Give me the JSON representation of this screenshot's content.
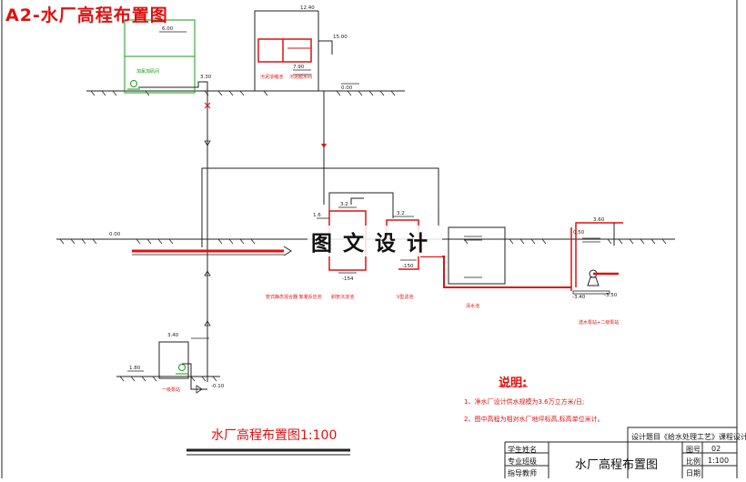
{
  "title": "A2-水厂高程布置图",
  "watermark": "图文设计",
  "drawing_caption": "水厂高程布置图1:100",
  "notes": {
    "heading": "说明:",
    "lines": [
      "1、净水厂设计供水规模为3.6万立方米/日;",
      "2、图中高程为相对水厂地坪标高,标高单位米计。"
    ]
  },
  "title_block": {
    "project_label": "设计题目《给水处理工艺》课程设计",
    "drawing_name": "水厂高程布置图",
    "student_label": "学生姓名",
    "major_label": "专业班级",
    "advisor_label": "指导教师",
    "sheet_no_label": "图号",
    "sheet_no": "02",
    "scale_label": "比例",
    "scale": "1:100",
    "date_label": "日期"
  },
  "elevations": {
    "e1": "6.00",
    "e2": "3.30",
    "e3": "12.40",
    "e4": "15.00",
    "e5": "7.90",
    "e6": "0.00",
    "e7": "1.6",
    "e8": "3.2",
    "e9": "3.2",
    "e10": "-154",
    "e11": "-150",
    "e12": "3.60",
    "e13": "0.50",
    "e14": "-3.40",
    "e15": "-3.50",
    "e16": "3.40",
    "e17": "1.80",
    "e18": "-0.10"
  },
  "structure_labels": {
    "dosing": "加氯加矾间",
    "sludge_conc": "污泥浓缩池",
    "sludge_dewater": "污泥脱水间",
    "mixing": "管式静态混合器 絮凝反应池",
    "sedimentation": "斜管沉淀池",
    "filter": "V型滤池",
    "clear_well": "清水池",
    "pump2": "送水泵站+二级泵站",
    "pump1": "一级泵站"
  },
  "colors": {
    "line": "#222222",
    "red": "#e01010",
    "green": "#1a9a1a"
  }
}
